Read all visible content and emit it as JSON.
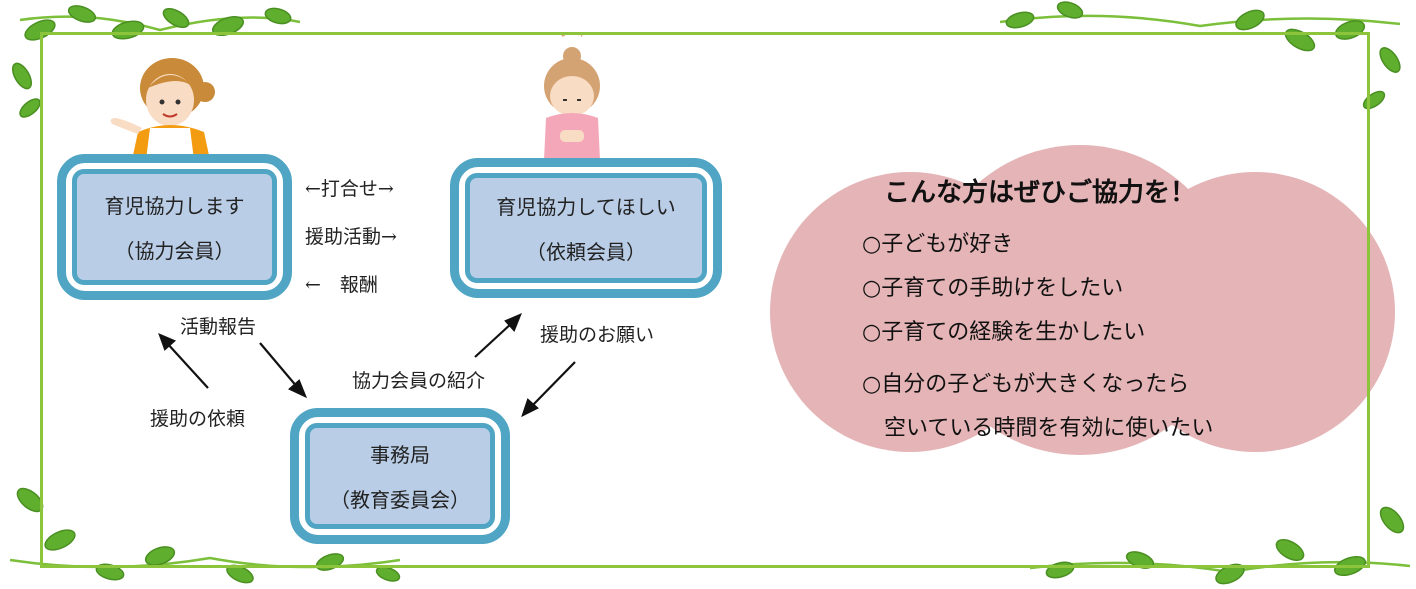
{
  "colors": {
    "frame": "#8cc43c",
    "leaf": "#5fae2e",
    "node_border": "#4fa5c3",
    "node_fill": "#b9cde6",
    "bubble": "#e4b4b6",
    "arrow": "#111111"
  },
  "nodes": {
    "helper": {
      "title": "育児協力します",
      "subtitle": "（協力会員）"
    },
    "requester": {
      "title": "育児協力してほしい",
      "subtitle": "（依頼会員）"
    },
    "office": {
      "title": "事務局",
      "subtitle": "（教育委員会）"
    }
  },
  "flows": {
    "meeting": "←打合せ→",
    "support": "援助活動→",
    "reward": "←　報酬"
  },
  "labels": {
    "activity_report": "活動報告",
    "support_request": "援助の依頼",
    "member_intro": "協力会員の紹介",
    "help_request": "援助のお願い"
  },
  "info": {
    "title": "こんな方はぜひご協力を！",
    "items": [
      "○子どもが好き",
      "○子育ての手助けをしたい",
      "○子育ての経験を生かしたい",
      "○自分の子どもが大きくなったら",
      "　空いている時間を有効に使いたい"
    ]
  },
  "illustrations": [
    "woman-apron-icon",
    "woman-bowing-icon",
    "vine-leaf-icon"
  ]
}
